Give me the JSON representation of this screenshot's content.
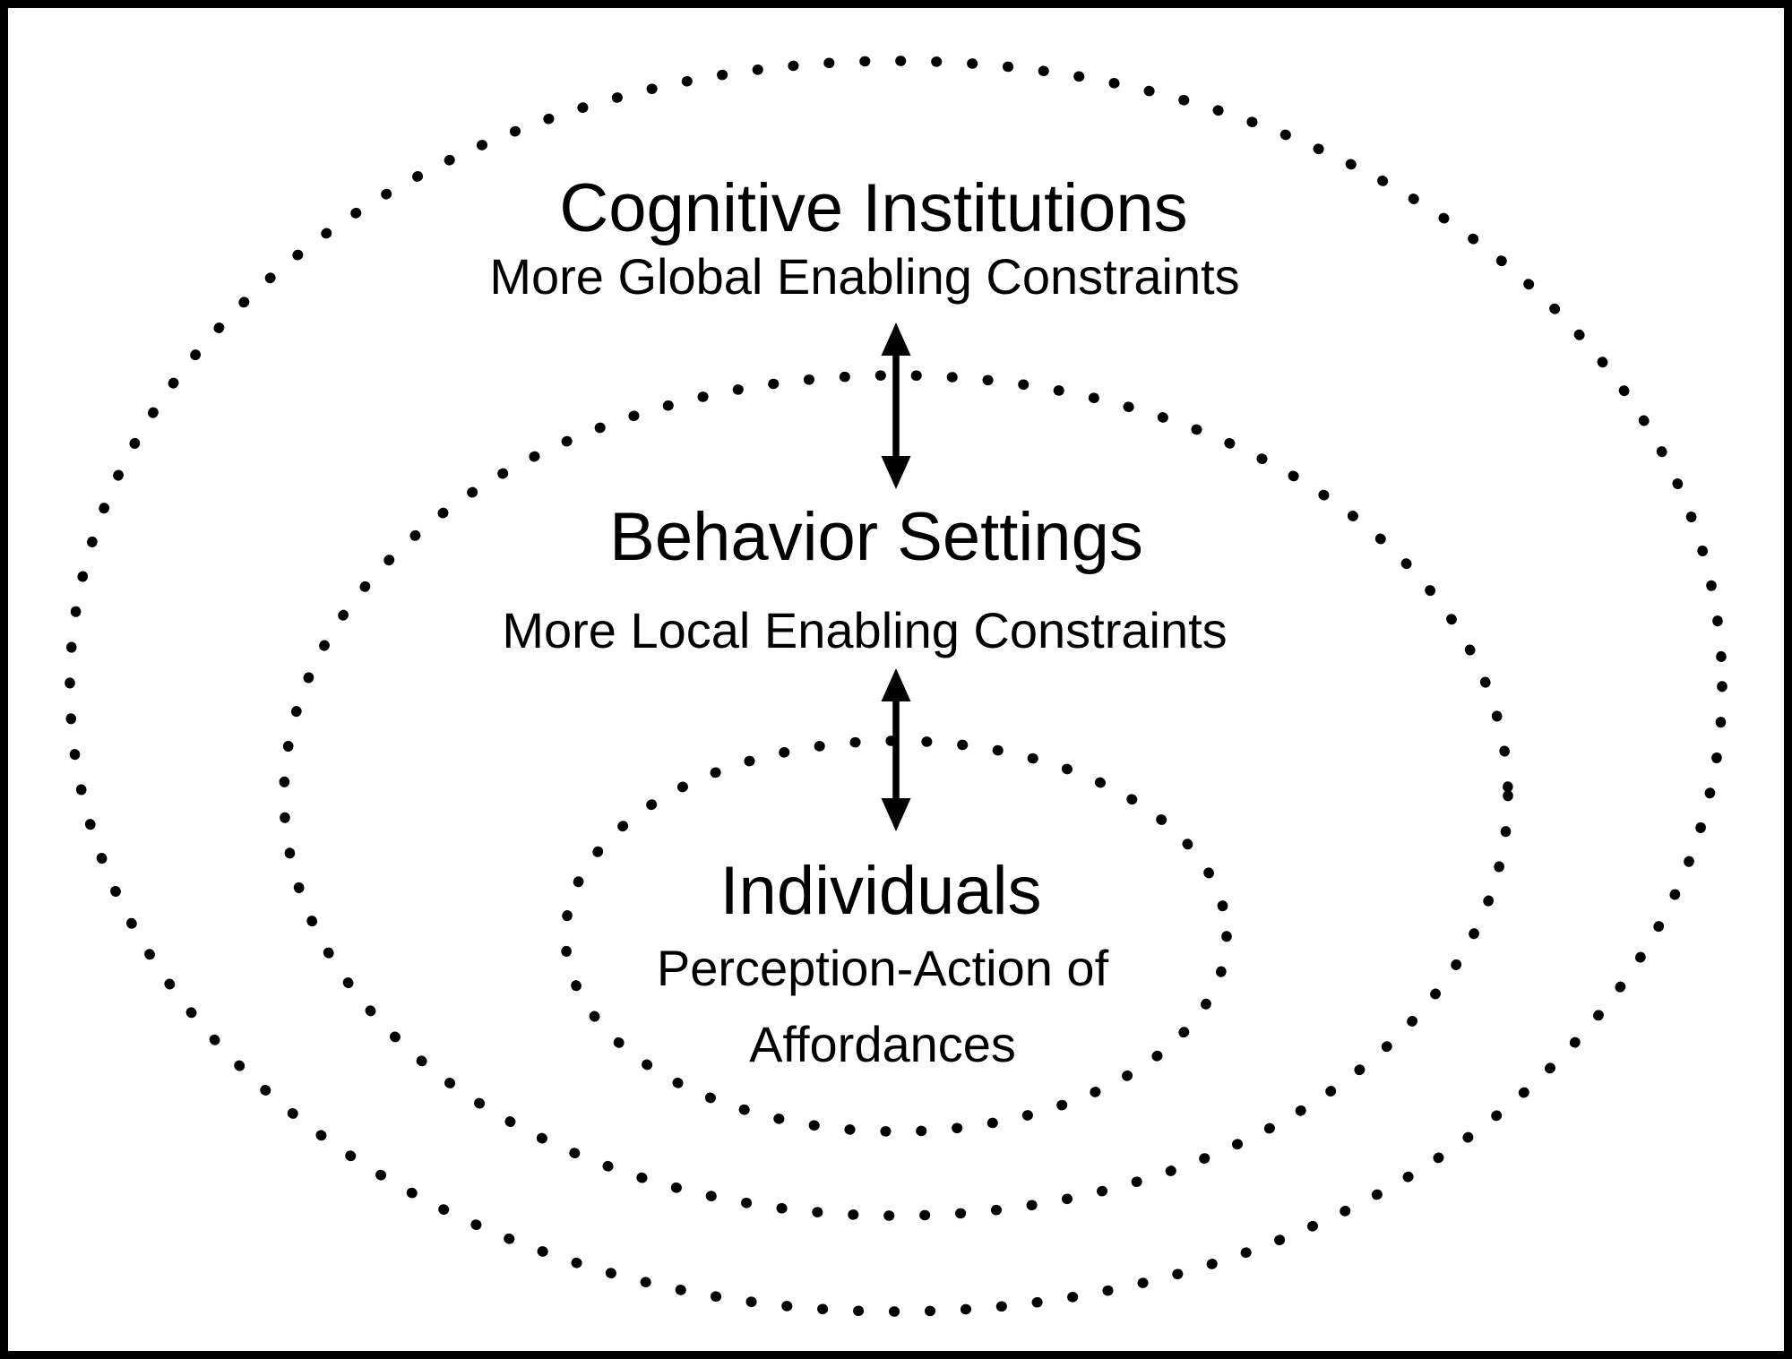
{
  "colors": {
    "ink": "#000000",
    "background": "#ffffff"
  },
  "diagram": {
    "description": "Three nested dotted ellipses linked by double-headed arrows",
    "levels": [
      {
        "name": "cognitive-institutions",
        "title": "Cognitive Institutions",
        "subtitle": "More Global Enabling Constraints"
      },
      {
        "name": "behavior-settings",
        "title": "Behavior Settings",
        "subtitle": "More Local Enabling Constraints"
      },
      {
        "name": "individuals",
        "title": "Individuals",
        "subtitle_line1": "Perception-Action of",
        "subtitle_line2": "Affordances"
      }
    ],
    "arrows": [
      {
        "name": "cognitive-behavior-link",
        "type": "double-headed-vertical"
      },
      {
        "name": "behavior-individuals-link",
        "type": "double-headed-vertical"
      }
    ]
  }
}
